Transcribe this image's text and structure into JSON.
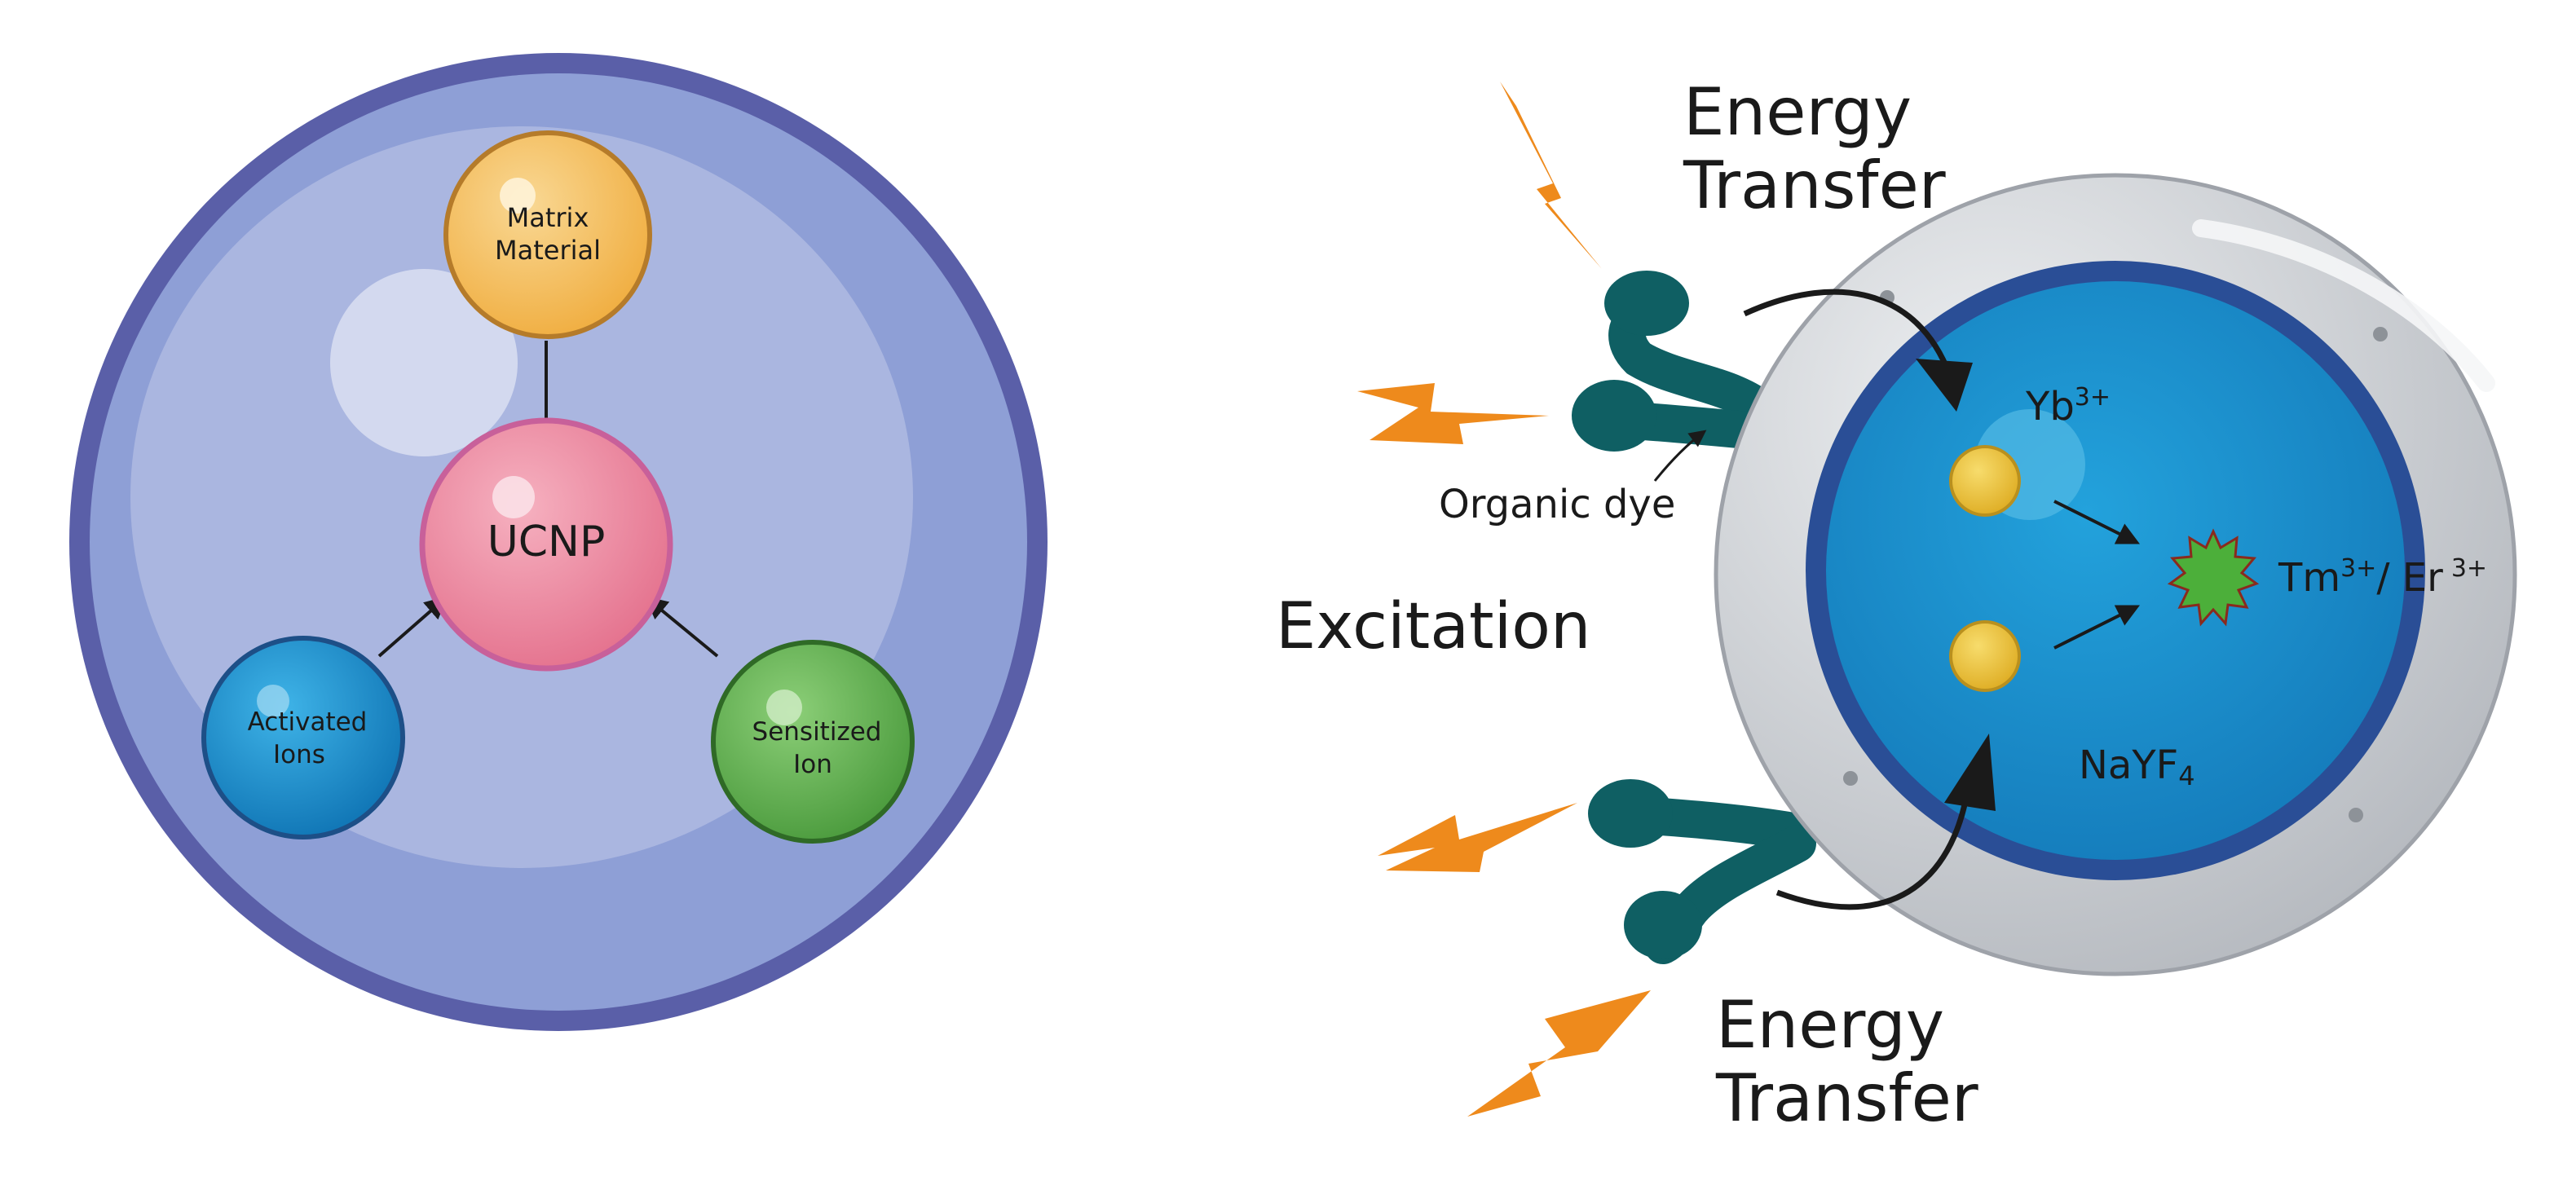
{
  "left_panel": {
    "center_label": "UCNP",
    "matrix_label": [
      "Matrix",
      "Material"
    ],
    "activated_label": [
      "Activated",
      "Ions"
    ],
    "sensitized_label": [
      "Sensitized",
      "Ion"
    ]
  },
  "right_panel": {
    "energy_transfer_top": [
      "Energy",
      "Transfer"
    ],
    "energy_transfer_bottom": [
      "Energy",
      "Transfer"
    ],
    "excitation_label": "Excitation",
    "organic_dye_label": "Organic dye",
    "yb_base": "Yb",
    "yb_sup": "3+",
    "tm_base": "Tm",
    "tm_sup": "3+",
    "tm_sep": "/ Er",
    "er_sup": "3+",
    "nayf_base": "NaYF",
    "nayf_sub": "4"
  },
  "colors": {
    "outer_ring": "#5a5fa8",
    "outer_fill": "#8e9fd6",
    "inner_fill": "#aab6e0",
    "ucnp_pink": "#ec7f98",
    "matrix_orange": "#f4bd5c",
    "activated_blue": "#1a8fcf",
    "sensitized_green": "#5fae4e",
    "shell_gray": "#c6c9ce",
    "core_ring": "#2a4e96",
    "core_blue": "#1b87c4",
    "bolt_orange": "#ee8a1c",
    "dye_teal": "#0f5f63",
    "ion_yellow": "#efbf33",
    "emitter_green": "#4caf3a"
  }
}
